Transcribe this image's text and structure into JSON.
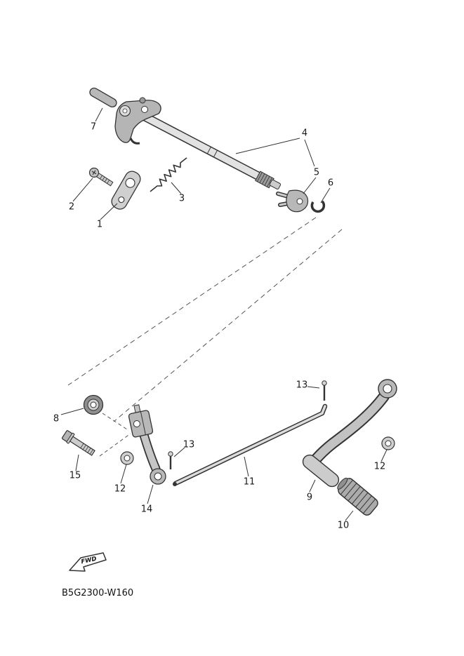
{
  "diagram": {
    "code": "B5G2300-W160",
    "fwd_label": "FWD",
    "labels": [
      {
        "text": "7"
      },
      {
        "text": "4"
      },
      {
        "text": "2"
      },
      {
        "text": "1"
      },
      {
        "text": "3"
      },
      {
        "text": "5"
      },
      {
        "text": "6"
      },
      {
        "text": "13"
      },
      {
        "text": "8"
      },
      {
        "text": "13"
      },
      {
        "text": "15"
      },
      {
        "text": "12"
      },
      {
        "text": "11"
      },
      {
        "text": "9"
      },
      {
        "text": "14"
      },
      {
        "text": "12"
      },
      {
        "text": "10"
      }
    ]
  }
}
